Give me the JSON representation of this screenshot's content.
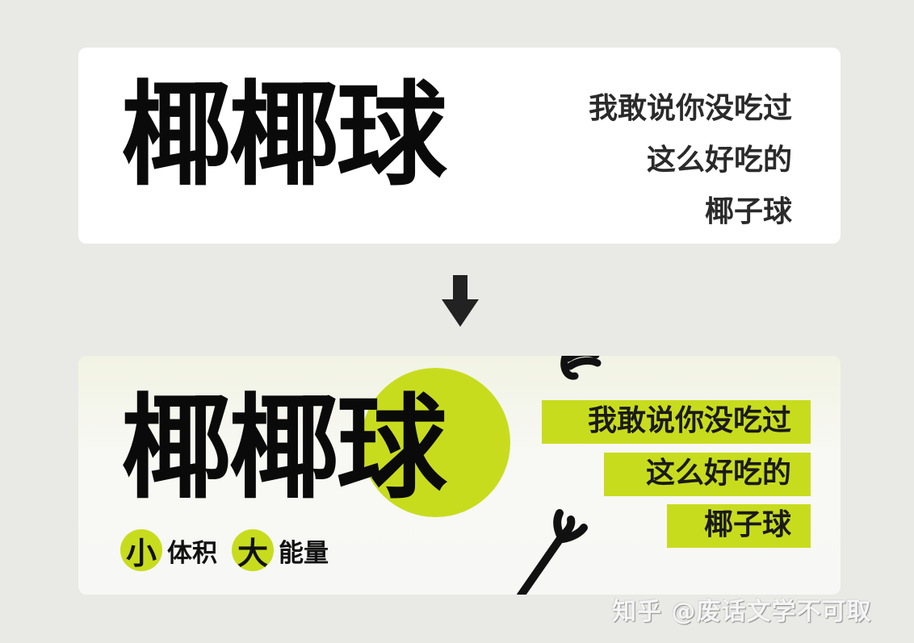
{
  "before": {
    "logo_text": "椰椰球",
    "slogan_lines": [
      "我敢说你没吃过",
      "这么好吃的",
      "椰子球"
    ],
    "background": "#ffffff"
  },
  "arrow": {
    "icon": "down-arrow-icon",
    "color": "#222222"
  },
  "after": {
    "logo_text": "椰椰球",
    "logo_highlight_char": "球",
    "accent_color": "#c8dc1e",
    "tagline": [
      {
        "badge": "小",
        "text": "体积"
      },
      {
        "badge": "大",
        "text": "能量"
      }
    ],
    "slogan_lines": [
      "我敢说你没吃过",
      "这么好吃的",
      "椰子球"
    ]
  },
  "watermark": "知乎 @废话文学不可取"
}
